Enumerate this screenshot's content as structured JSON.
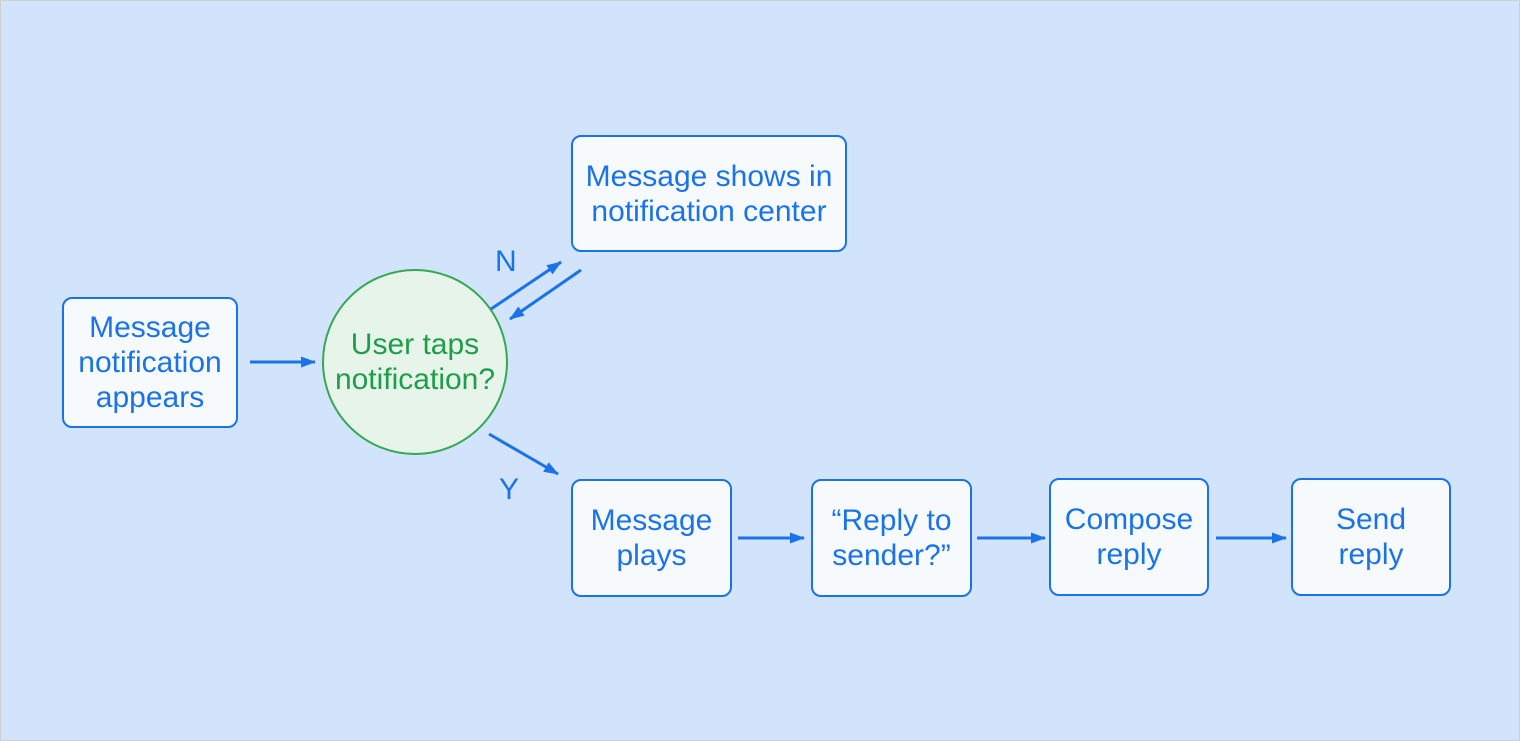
{
  "diagram": {
    "type": "flowchart",
    "colors": {
      "background": "#d2e3fc",
      "node_border": "#1a73e8",
      "node_fill": "#f7fafd",
      "node_text": "#1a73e8",
      "arrow": "#1a73e8",
      "decision_border": "#34a853",
      "decision_fill": "#e6f4ea",
      "decision_text": "#1e9e4a"
    },
    "nodes": {
      "message_notification_appears": {
        "label": "Message notification appears"
      },
      "user_taps_notification": {
        "label": "User taps notification?"
      },
      "message_shows_in_notification_center": {
        "label": "Message shows in notification center"
      },
      "message_plays": {
        "label": "Message plays"
      },
      "reply_to_sender": {
        "label": "“Reply to sender?”"
      },
      "compose_reply": {
        "label": "Compose reply"
      },
      "send_reply": {
        "label": "Send reply"
      }
    },
    "edge_labels": {
      "no": "N",
      "yes": "Y"
    }
  }
}
